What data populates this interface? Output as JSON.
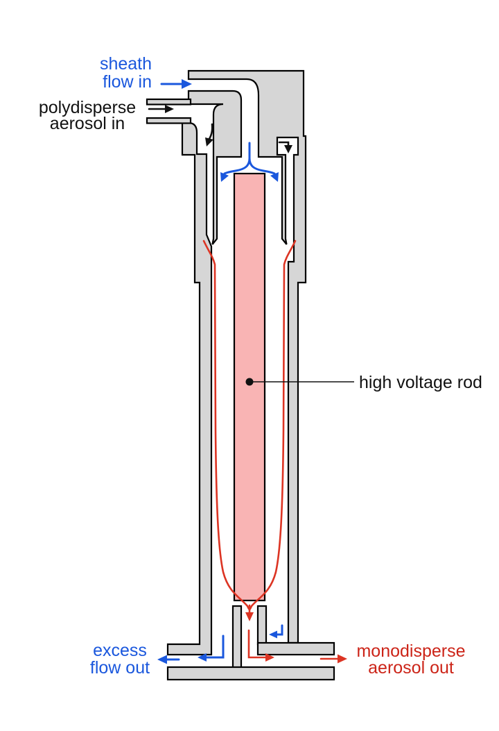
{
  "diagram": {
    "description_labels": {
      "sheath_flow_in": {
        "line1": "sheath",
        "line2": "flow in",
        "color": "#1a57dd"
      },
      "polydisperse_aerosol_in": {
        "line1": "polydisperse",
        "line2": "aerosol in",
        "color": "#111111"
      },
      "high_voltage_rod": {
        "text": "high voltage rod",
        "color": "#111111"
      },
      "excess_flow_out": {
        "line1": "excess",
        "line2": "flow out",
        "color": "#1a57dd"
      },
      "monodisperse_aerosol_out": {
        "line1": "monodisperse",
        "line2": "aerosol out",
        "color": "#cc2418"
      }
    },
    "colors": {
      "wall": "#d6d6d6",
      "outline": "#000000",
      "rod": "#f9b4b4",
      "blue": "#1a57dd",
      "red": "#dc3423",
      "ink": "#111111"
    }
  }
}
